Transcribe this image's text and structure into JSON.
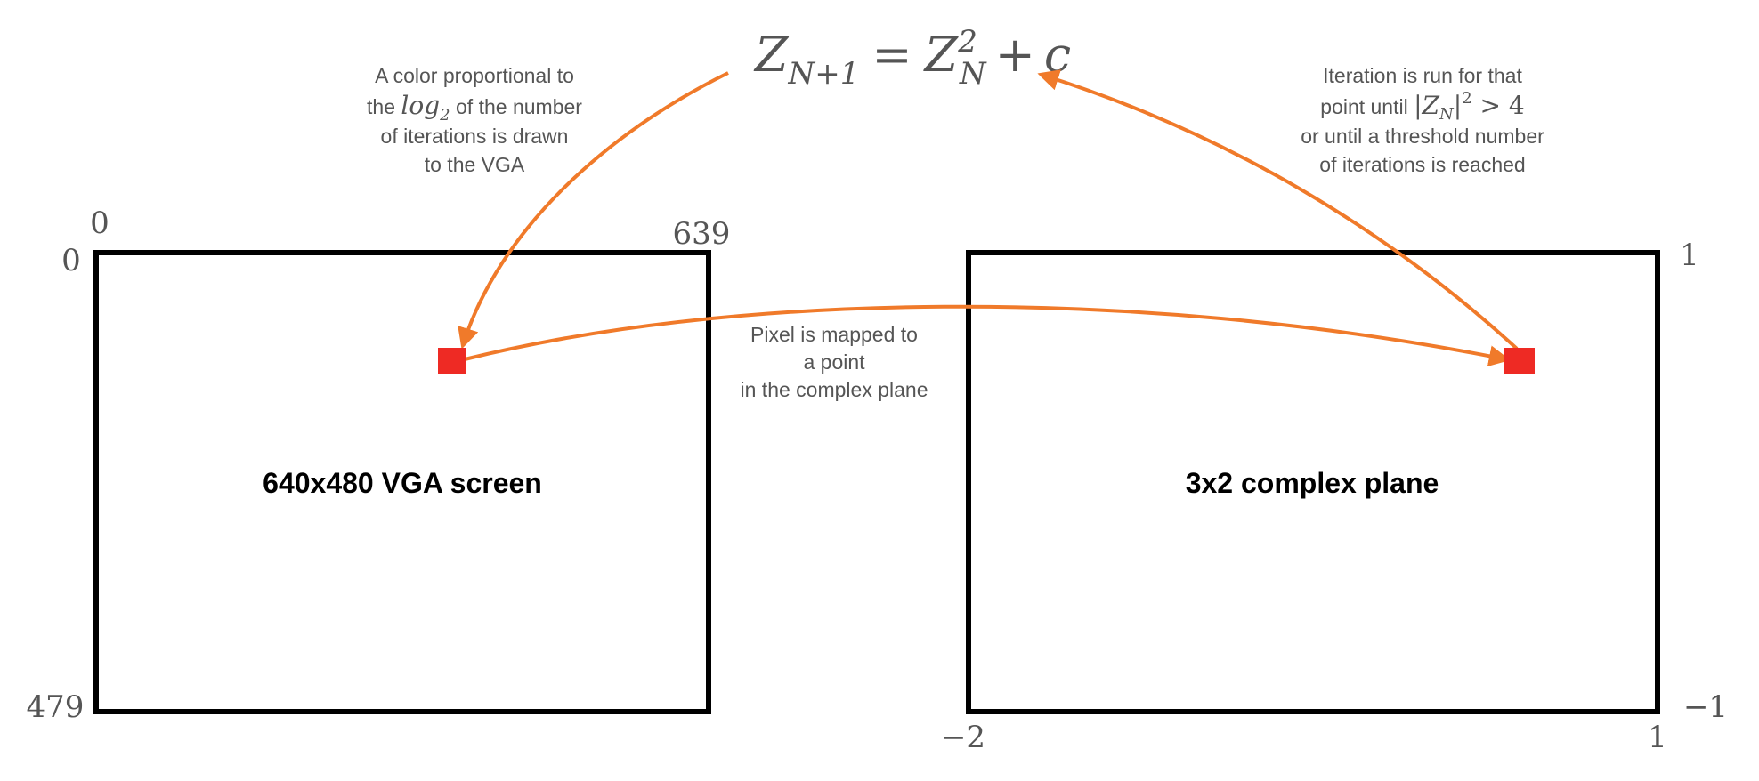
{
  "formula": {
    "lhs_var": "Z",
    "lhs_sub": "N+1",
    "equals": "=",
    "rhs_var": "Z",
    "rhs_sub": "N",
    "rhs_sup": "2",
    "plus": "+",
    "const": "c"
  },
  "left_note": {
    "line1": "A color proportional to",
    "line2_pre": "the ",
    "line2_log": "log",
    "line2_log_sub": "2",
    "line2_post": " of the number",
    "line3": "of iterations is drawn",
    "line4": "to the VGA"
  },
  "right_note": {
    "line1": "Iteration is run for that",
    "line2_pre": "point until ",
    "line2_abs_open": "|",
    "line2_var": "Z",
    "line2_sub": "N",
    "line2_abs_close": "|",
    "line2_sup": "2",
    "line2_post": " > 4",
    "line3": "or until a threshold number",
    "line4": "of iterations is reached"
  },
  "middle_note": {
    "line1": "Pixel is mapped to",
    "line2": "a point",
    "line3": "in the complex plane"
  },
  "vga_screen": {
    "label": "640x480 VGA screen",
    "x_min_label": "0",
    "y_min_label": "0",
    "x_max_label": "639",
    "y_max_label": "479"
  },
  "complex_plane": {
    "label": "3x2 complex plane",
    "y_top_label": "1",
    "y_bottom_label": "−1",
    "x_min_label": "−2",
    "x_max_label": "1"
  },
  "colors": {
    "arrow": "#f07a2a",
    "pixel": "#ee2a24",
    "box_stroke": "#000000",
    "text": "#555555"
  }
}
